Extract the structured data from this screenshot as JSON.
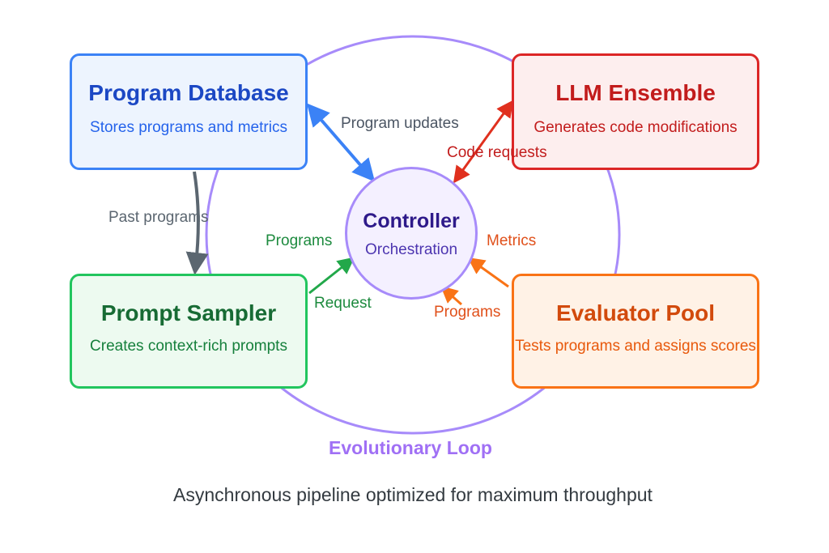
{
  "program_database": {
    "title": "Program Database",
    "desc": "Stores programs and metrics"
  },
  "llm_ensemble": {
    "title": "LLM Ensemble",
    "desc": "Generates code modifications"
  },
  "prompt_sampler": {
    "title": "Prompt Sampler",
    "desc": "Creates context-rich prompts"
  },
  "evaluator_pool": {
    "title": "Evaluator Pool",
    "desc": "Tests programs and assigns scores"
  },
  "controller": {
    "title": "Controller",
    "subtitle": "Orchestration"
  },
  "edges": {
    "program_updates": "Program updates",
    "code_requests": "Code requests",
    "past_programs": "Past programs",
    "programs_to_sampler": "Programs",
    "request": "Request",
    "metrics": "Metrics",
    "programs_to_evaluator": "Programs"
  },
  "loop_label": "Evolutionary Loop",
  "caption": "Asynchronous pipeline optimized for maximum throughput",
  "colors": {
    "loop": "#a78bfa",
    "database": "#3b82f6",
    "llm": "#dc2626",
    "sampler": "#22c55e",
    "evaluator": "#f97316",
    "past_programs_arrow": "#5b6670"
  }
}
